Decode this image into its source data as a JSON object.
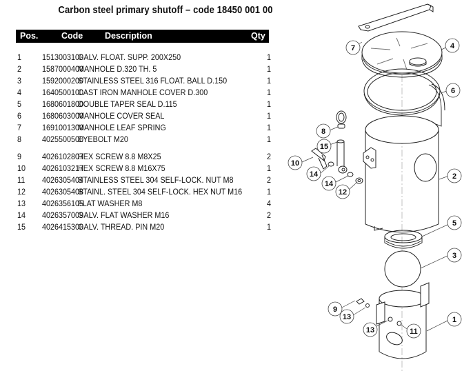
{
  "title": "Carbon steel primary shutoff – code 18450 001 00",
  "table": {
    "headers": {
      "pos": "Pos.",
      "code": "Code",
      "description": "Description",
      "qty": "Qty"
    },
    "rows": [
      {
        "pos": "1",
        "code": "1513003100",
        "description": "GALV. FLOAT. SUPP. 200X250",
        "qty": "1"
      },
      {
        "pos": "2",
        "code": "1587000400",
        "description": "MANHOLE D.320 TH. 5",
        "qty": "1"
      },
      {
        "pos": "3",
        "code": "1592000200",
        "description": "STAINLESS STEEL 316 FLOAT. BALL D.150",
        "qty": "1"
      },
      {
        "pos": "4",
        "code": "1640500100",
        "description": "CAST IRON MANHOLE COVER D.300",
        "qty": "1"
      },
      {
        "pos": "5",
        "code": "1680601800",
        "description": "DOUBLE TAPER SEAL D.115",
        "qty": "1"
      },
      {
        "pos": "6",
        "code": "1680603000",
        "description": "MANHOLE COVER SEAL",
        "qty": "1"
      },
      {
        "pos": "7",
        "code": "1691001300",
        "description": "MANHOLE LEAF SPRING",
        "qty": "1"
      },
      {
        "pos": "8",
        "code": "4025500500",
        "description": "EYEBOLT M20",
        "qty": "1"
      },
      {
        "pos": "9",
        "code": "4026102807",
        "description": "HEX SCREW 8.8 M8X25",
        "qty": "2"
      },
      {
        "pos": "10",
        "code": "4026103217",
        "description": "HEX SCREW 8.8 M16X75",
        "qty": "1"
      },
      {
        "pos": "11",
        "code": "4026305404",
        "description": "STAINLESS STEEL 304 SELF-LOCK. NUT M8",
        "qty": "2"
      },
      {
        "pos": "12",
        "code": "4026305408",
        "description": "STAINL. STEEL 304 SELF-LOCK. HEX NUT M16",
        "qty": "1"
      },
      {
        "pos": "13",
        "code": "4026356105",
        "description": "FLAT WASHER M8",
        "qty": "4"
      },
      {
        "pos": "14",
        "code": "4026357009",
        "description": "GALV. FLAT WASHER M16",
        "qty": "2"
      },
      {
        "pos": "15",
        "code": "4026415300",
        "description": "GALV. THREAD. PIN M20",
        "qty": "1"
      }
    ]
  },
  "diagram": {
    "callouts": {
      "c7": "7",
      "c4": "4",
      "c6": "6",
      "c8": "8",
      "c15": "15",
      "c10": "10",
      "c14a": "14",
      "c14b": "14",
      "c12": "12",
      "c2": "2",
      "c5": "5",
      "c3": "3",
      "c9": "9",
      "c13a": "13",
      "c13b": "13",
      "c11": "11",
      "c1": "1"
    }
  }
}
